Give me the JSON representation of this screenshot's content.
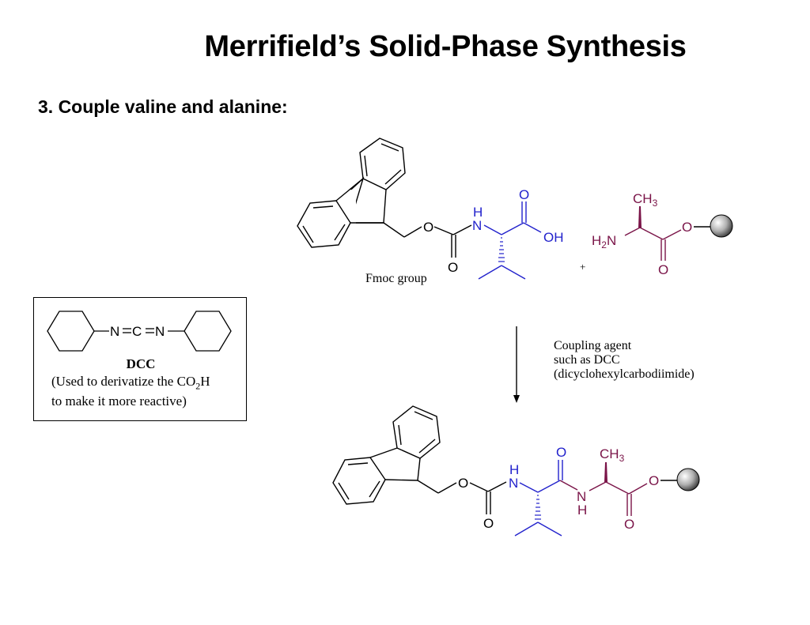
{
  "slide": {
    "title": "Merrifield’s Solid-Phase Synthesis",
    "step": "3. Couple valine and alanine:"
  },
  "colors": {
    "fmoc": "#000000",
    "valine": "#2222cc",
    "alanine": "#7a1448",
    "resin_bead": "#a0a0a0"
  },
  "reactants": {
    "fmoc_valine": {
      "caption": "Fmoc group",
      "atoms": {
        "O_ester": "O",
        "O_carbonyl": "O",
        "N": "N",
        "H": "H",
        "O_acid": "O",
        "OH": "OH"
      }
    },
    "plus": "+",
    "alanine_resin": {
      "atoms": {
        "CH3": "CH",
        "CH3_sub": "3",
        "H2N_H": "H",
        "H2N_sub": "2",
        "H2N_N": "N",
        "O_ester": "O",
        "O_carbonyl": "O"
      }
    }
  },
  "reaction_arrow": {
    "conditions": [
      "Coupling agent",
      "such as DCC",
      "(dicyclohexylcarbodiimide)"
    ]
  },
  "dcc_box": {
    "structure": "N=C=N",
    "name": "DCC",
    "note_line1_pre": "(Used to derivatize the CO",
    "note_line1_sub": "2",
    "note_line1_post": "H",
    "note_line2": "to make it more reactive)"
  },
  "product": {
    "atoms": {
      "O_ester": "O",
      "O_carbonyl_fmoc": "O",
      "N_val": "N",
      "H_val": "H",
      "O_amide": "O",
      "N_amide": "N",
      "H_amide": "H",
      "CH3": "CH",
      "CH3_sub": "3",
      "O_ester_ala": "O",
      "O_carbonyl_ala": "O"
    }
  }
}
